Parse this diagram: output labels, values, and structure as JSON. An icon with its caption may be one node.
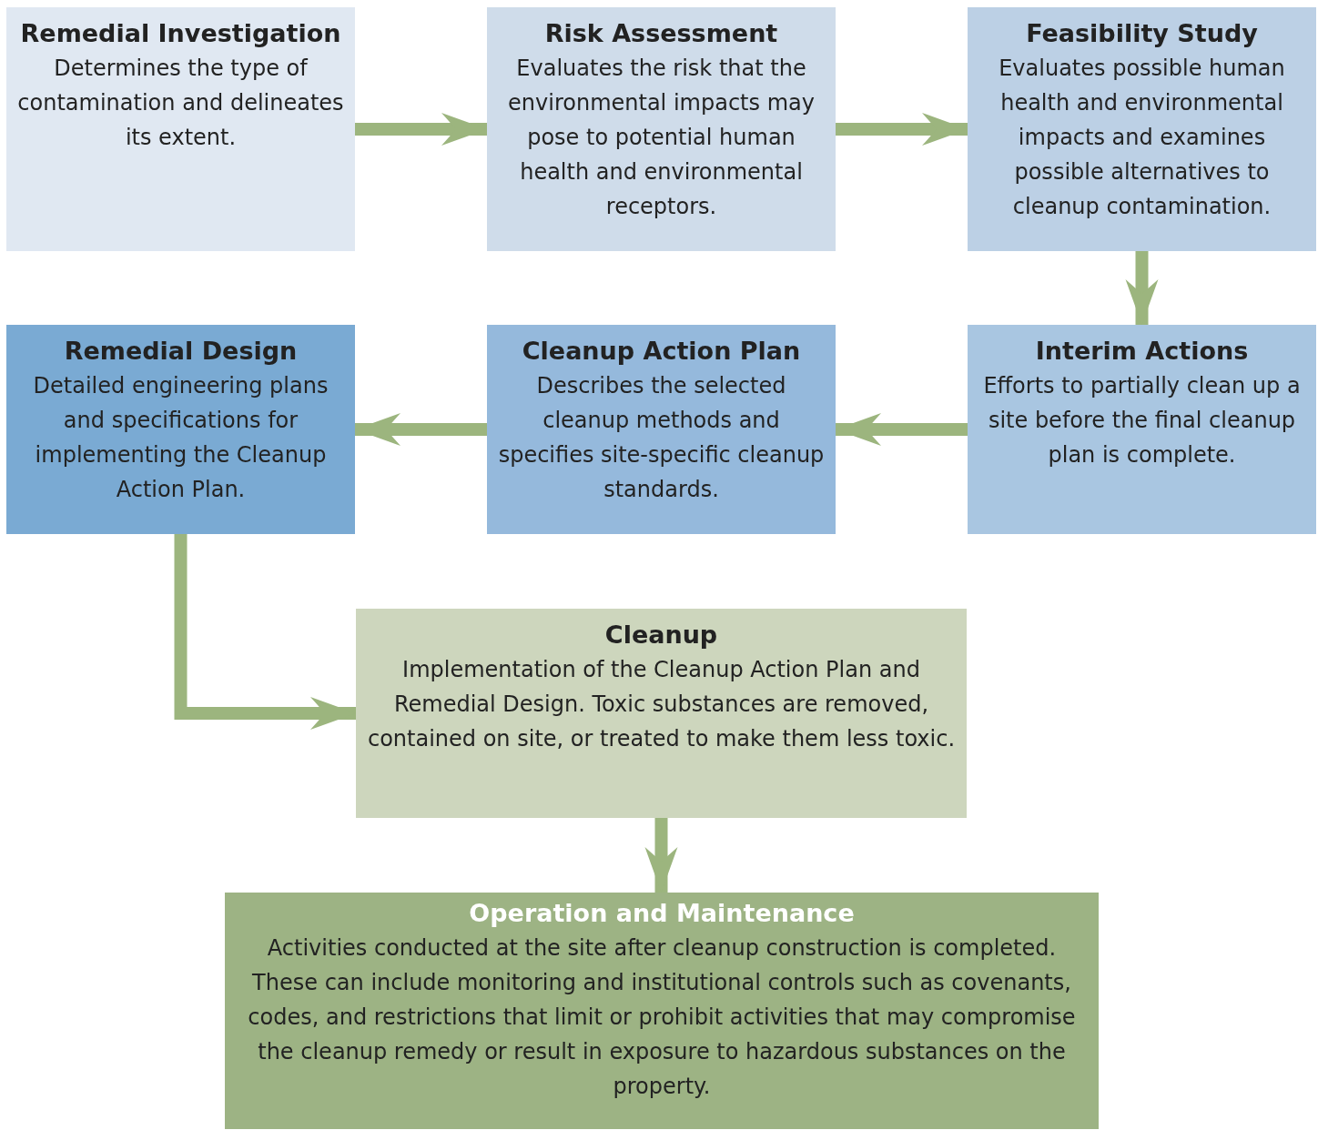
{
  "diagram": {
    "nodes": [
      {
        "text": [
          "Remedial Investigation",
          "Determines the type of contamination and delineates its extent."
        ]
      },
      {
        "text": [
          "Risk Assessment",
          "Evaluates the risk that the environmental impacts may pose to potential human health and environmental receptors."
        ]
      },
      {
        "text": [
          "Feasibility Study",
          "Evaluates possible human health and environmental impacts and examines possible alternatives to cleanup contamination."
        ]
      },
      {
        "text": [
          "Interim Actions",
          "Efforts to partially clean up a site before the final cleanup plan is complete."
        ]
      },
      {
        "text": [
          "Cleanup Action Plan",
          "Describes the selected cleanup methods and specifies site-specific cleanup standards."
        ]
      },
      {
        "text": [
          "Remedial Design",
          "Detailed engineering plans and specifications for implementing the Cleanup Action Plan."
        ]
      },
      {
        "text": [
          "Cleanup",
          "Implementation of the Cleanup Action Plan and Remedial Design. Toxic substances are removed, contained on site, or treated to make them less toxic."
        ]
      },
      {
        "text": [
          "Operation and Maintenance",
          "Activities conducted at the site after cleanup construction is completed. These can include monitoring and institutional controls such as covenants, codes, and restrictions that limit or prohibit activities that may compromise the cleanup remedy or result in exposure to hazardous substances on the property."
        ]
      }
    ],
    "edges": [
      {
        "from": 0,
        "to": 1,
        "arrow": "to"
      },
      {
        "from": 1,
        "to": 2,
        "arrow": "to"
      },
      {
        "from": 2,
        "to": 3,
        "arrow": "to"
      },
      {
        "from": 3,
        "to": 4,
        "arrow": "to"
      },
      {
        "from": 4,
        "to": 5,
        "arrow": "to"
      },
      {
        "from": 5,
        "to": 6,
        "arrow": "to"
      },
      {
        "from": 6,
        "to": 7,
        "arrow": "to"
      }
    ]
  }
}
